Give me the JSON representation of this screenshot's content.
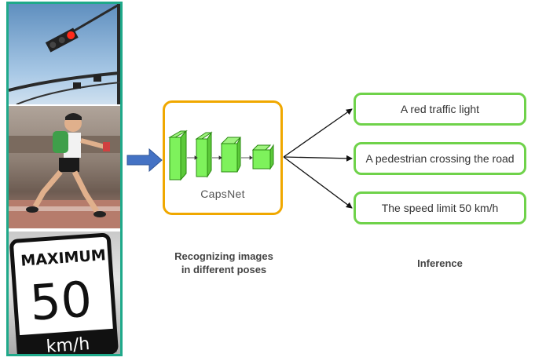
{
  "network": {
    "label": "CapsNet",
    "colors": {
      "box_border": "#f0a800",
      "block_fill": "#7ef25c",
      "block_stroke": "#2a8a10"
    }
  },
  "images": [
    {
      "name": "traffic-light-photo"
    },
    {
      "name": "pedestrian-photo"
    },
    {
      "name": "speed-sign-photo",
      "sign_line1": "MAXIMUM",
      "sign_value": "50",
      "sign_unit": "km/h"
    }
  ],
  "outputs": [
    {
      "label": "A red traffic light"
    },
    {
      "label": "A pedestrian crossing the road"
    },
    {
      "label": "The speed limit 50 km/h"
    }
  ],
  "captions": {
    "left_line1": "Recognizing images",
    "left_line2": "in different poses",
    "right": "Inference"
  },
  "colors": {
    "strip_border": "#1fa98a",
    "arrow_blue": "#4472c4",
    "output_border": "#6fd24a"
  }
}
